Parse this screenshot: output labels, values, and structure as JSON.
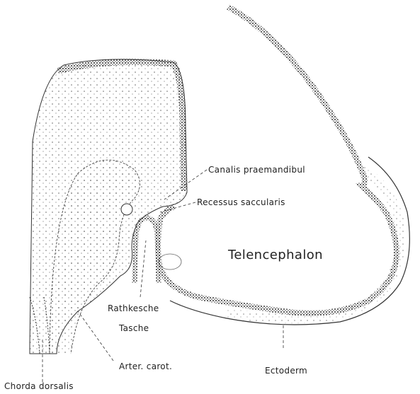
{
  "labels": {
    "canalis": "Canalis praemandibul",
    "recessus": "Recessus saccularis",
    "telencephalon": "Telencephalon",
    "rathke_line1": "Rathkesche",
    "rathke_line2": "Tasche",
    "arter": "Arter. carot.",
    "ectoderm": "Ectoderm",
    "chorda": "Chorda dorsalis"
  },
  "colors": {
    "ink": "#222222",
    "tissue": "#f4f4f1",
    "stipple": "#555555"
  }
}
